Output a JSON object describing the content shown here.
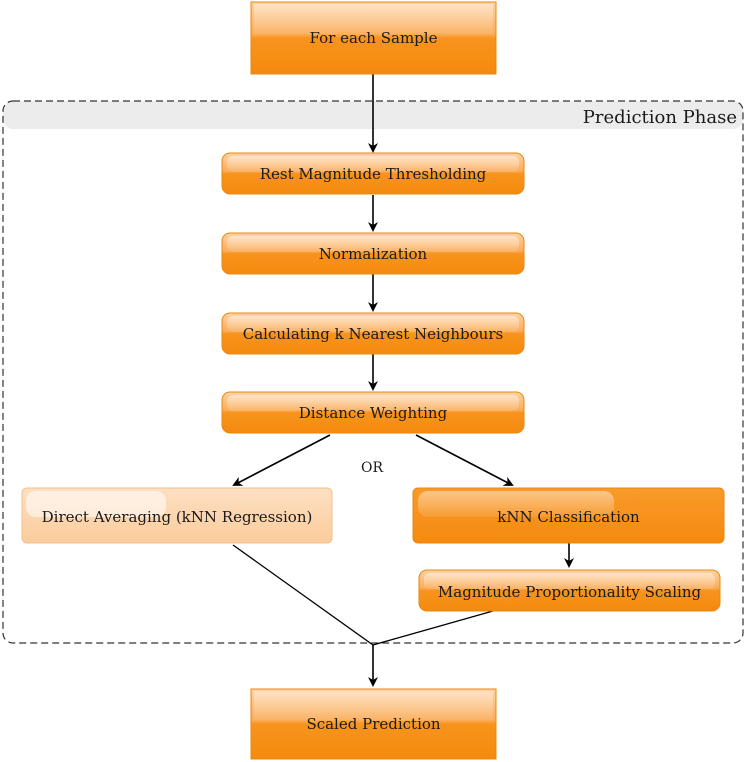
{
  "phase": {
    "label": "Prediction Phase"
  },
  "nodes": {
    "start": "For each Sample",
    "threshold": "Rest Magnitude Thresholding",
    "normalize": "Normalization",
    "knn": "Calculating k Nearest Neighbours",
    "weight": "Distance Weighting",
    "avg": "Direct Averaging (kNN Regression)",
    "classify": "kNN Classification",
    "scale": "Magnitude Proportionality Scaling",
    "end": "Scaled Prediction"
  },
  "or_label": "OR",
  "colors": {
    "orange": "#f7941d",
    "orange_dark": "#e07a00",
    "light_orange": "#fcd4ac",
    "phase_border": "#333333",
    "phase_bg": "#f6f6f6"
  }
}
